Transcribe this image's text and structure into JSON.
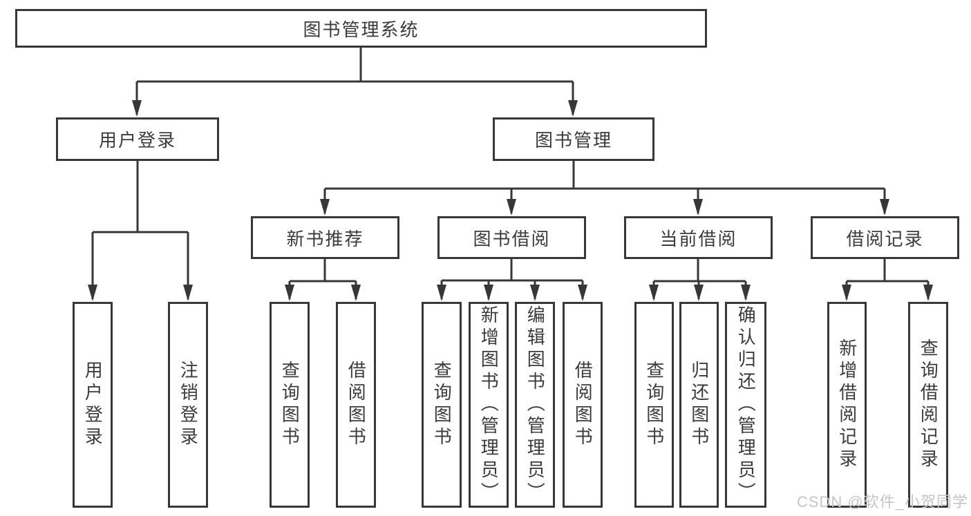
{
  "diagram": {
    "root": "图书管理系统",
    "branches": {
      "user_login": {
        "label": "用户登录",
        "children": [
          "用户登录",
          "注销登录"
        ]
      },
      "book_mgmt": {
        "label": "图书管理",
        "groups": {
          "new_books": {
            "label": "新书推荐",
            "children": [
              "查询图书",
              "借阅图书"
            ]
          },
          "book_borrow": {
            "label": "图书借阅",
            "children": [
              "查询图书",
              "新增图书（管理员）",
              "编辑图书（管理员）",
              "借阅图书"
            ]
          },
          "current_borrow": {
            "label": "当前借阅",
            "children": [
              "查询图书",
              "归还图书",
              "确认归还（管理员）"
            ]
          },
          "borrow_records": {
            "label": "借阅记录",
            "children": [
              "新增借阅记录",
              "查询借阅记录"
            ]
          }
        }
      }
    }
  },
  "watermark": "CSDN @软件_小贺同学",
  "colors": {
    "line": "#373737",
    "box_border": "#373737",
    "text": "#3b3b3b",
    "watermark_text": "#c5c5c5",
    "background": "#ffffff"
  }
}
